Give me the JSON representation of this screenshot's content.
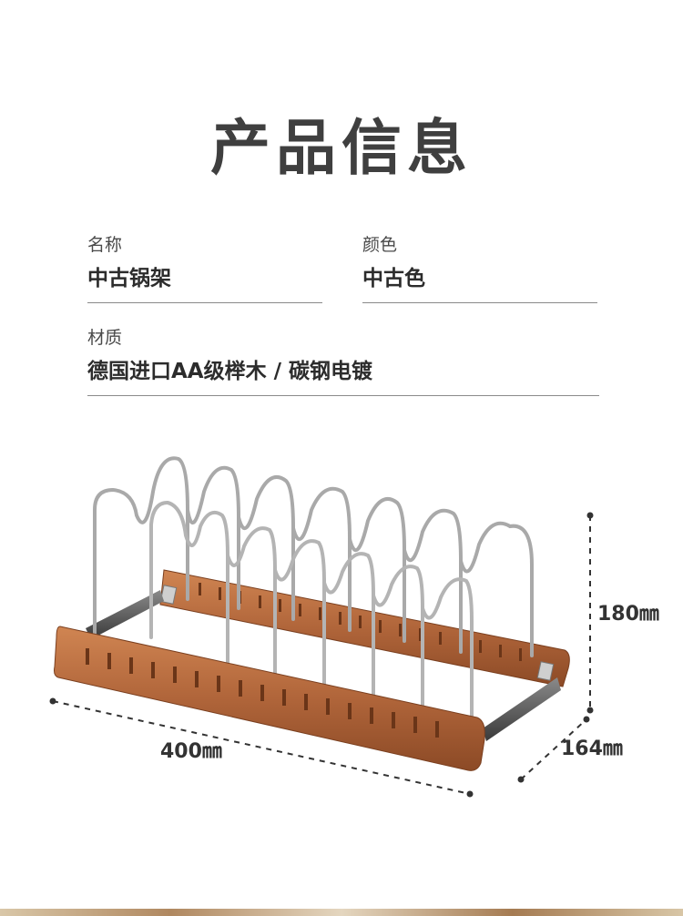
{
  "title": "产品信息",
  "fields": {
    "name": {
      "label": "名称",
      "value": "中古锅架"
    },
    "color": {
      "label": "颜色",
      "value": "中古色"
    },
    "material": {
      "label": "材质",
      "value": "德国进口AA级榉木 / 碳钢电镀"
    }
  },
  "dimensions": {
    "length": "400㎜",
    "width": "164㎜",
    "height": "180㎜"
  },
  "colors": {
    "wood": "#b0653a",
    "steel": "#9a9a9a",
    "text": "#333333"
  }
}
